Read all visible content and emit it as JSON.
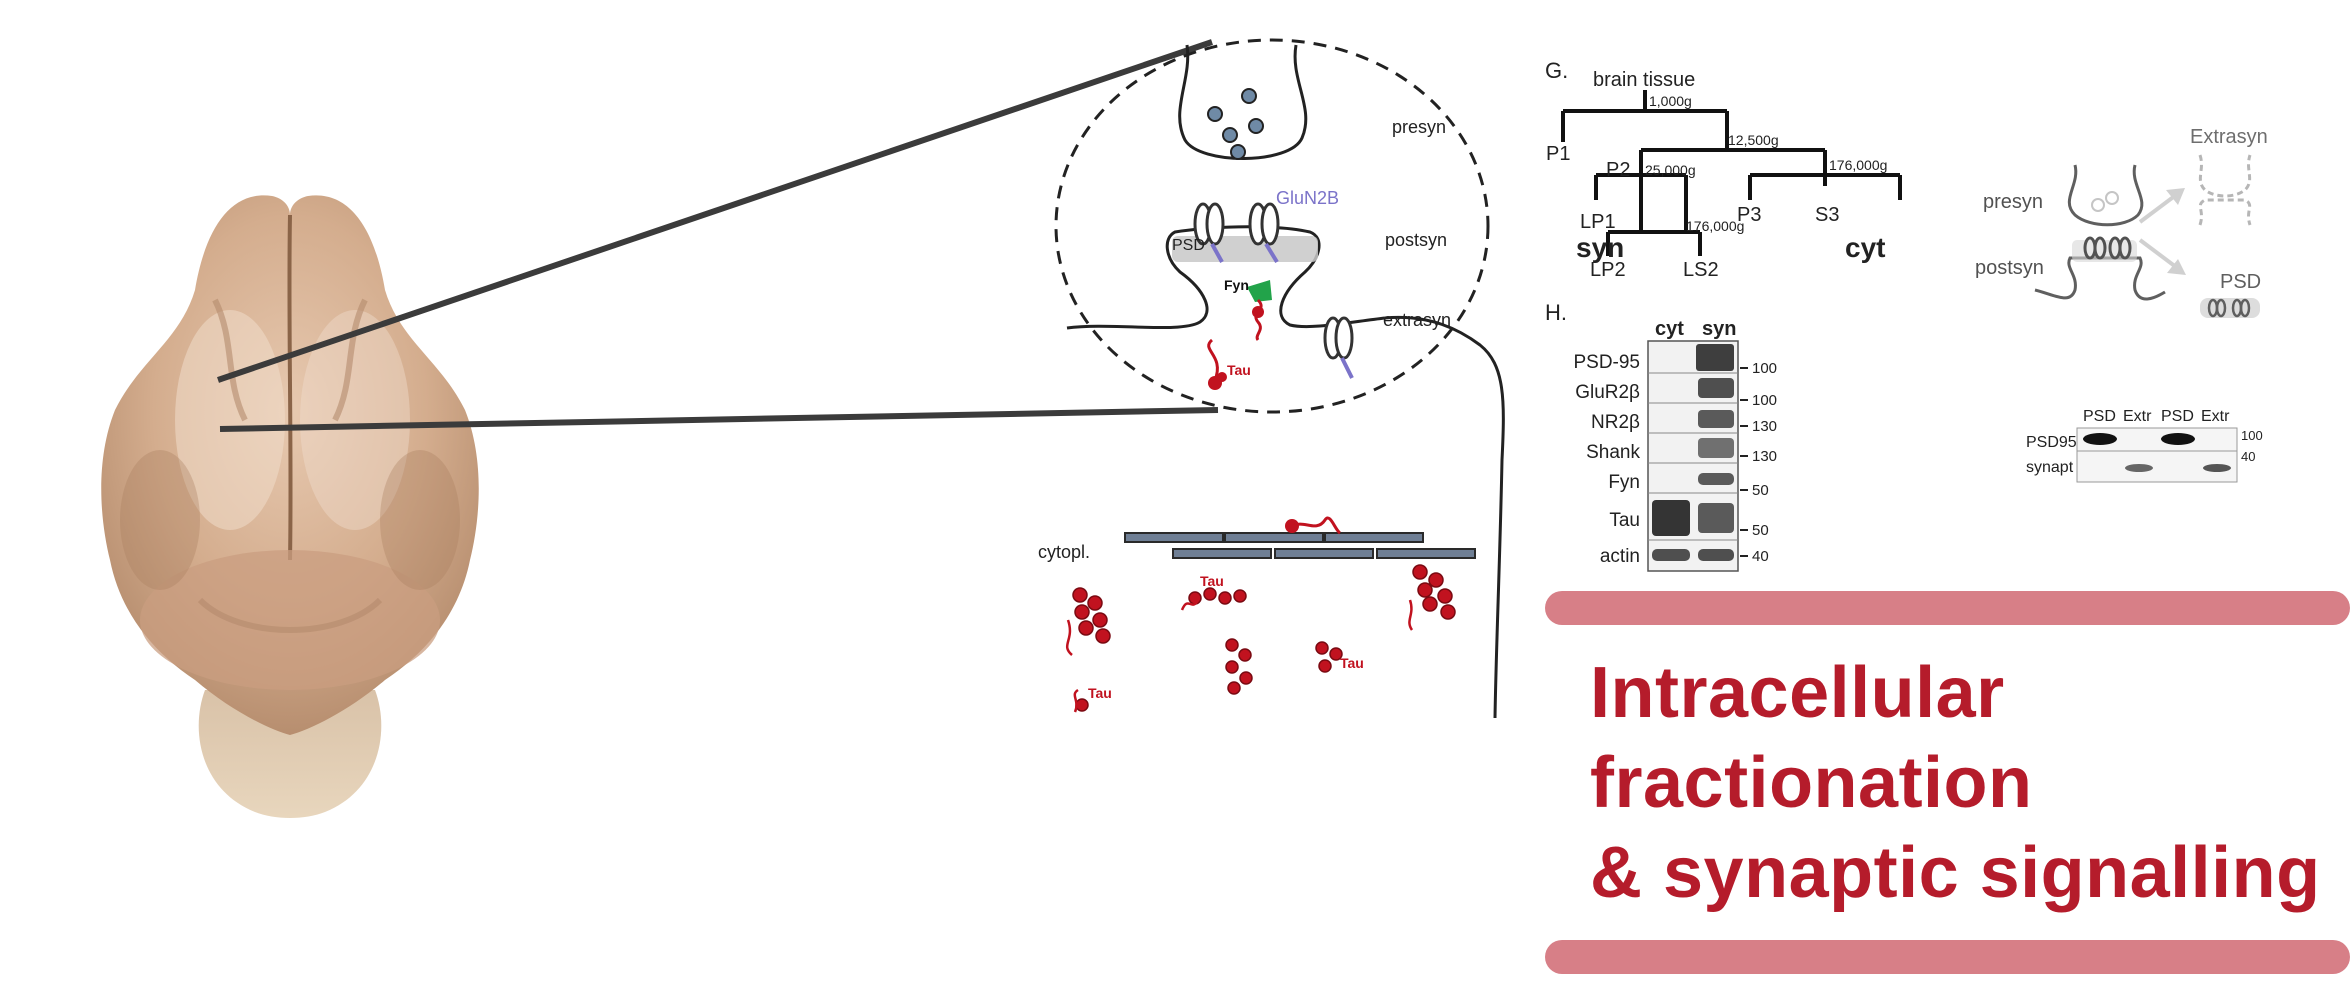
{
  "illustration": {
    "synapse_labels": {
      "presyn": "presyn",
      "postsyn": "postsyn",
      "extrasyn": "extrasyn",
      "psd": "PSD",
      "glun2b": "GluN2B",
      "fyn": "Fyn",
      "tau": "Tau",
      "cytopl": "cytopl."
    },
    "colors": {
      "tau": "#c1121f",
      "glun2b": "#7b73c9",
      "fyn": "#22a34a",
      "vesicle": "#6f8aa6",
      "microtubule": "#6f7f95"
    }
  },
  "panel_g": {
    "label": "G.",
    "root": "brain tissue",
    "forces": {
      "first": "1,000g",
      "second": "12,500g",
      "third": "176,000g",
      "fourth": "25,000g",
      "fifth": "176,000g"
    },
    "nodes": {
      "p1": "P1",
      "p2": "P2",
      "p3": "P3",
      "s3": "S3",
      "lp1": "LP1",
      "lp2": "LP2",
      "ls2": "LS2"
    },
    "syn": "syn",
    "cyt": "cyt"
  },
  "panel_h": {
    "label": "H.",
    "columns": [
      "cyt",
      "syn"
    ],
    "rows": [
      "PSD-95",
      "GluR2β",
      "NR2β",
      "Shank",
      "Fyn",
      "Tau",
      "actin"
    ],
    "markers": [
      "100",
      "100",
      "130",
      "130",
      "50",
      "50",
      "40"
    ]
  },
  "extra_panel": {
    "presyn": "presyn",
    "postsyn": "postsyn",
    "extrasyn": "Extrasyn",
    "psd": "PSD",
    "blot_columns": [
      "PSD",
      "Extr",
      "PSD",
      "Extr"
    ],
    "blot_rows": [
      "PSD95",
      "synapt"
    ],
    "markers": [
      "100",
      "40"
    ]
  },
  "title": {
    "line1": "Intracellular",
    "line2": "fractionation",
    "line3": "& synaptic signalling"
  }
}
